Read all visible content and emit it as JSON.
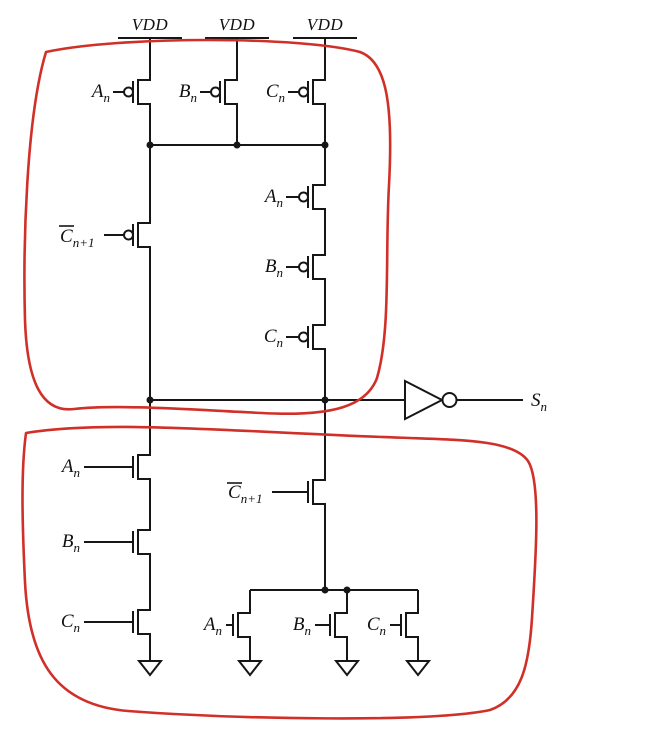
{
  "figure": {
    "type": "transistor-schematic-with-annotations",
    "background": "#ffffff",
    "colors": {
      "wire": "#161616",
      "annotation_red": "#d03028"
    }
  },
  "power": {
    "vdd": "VDD"
  },
  "signals": {
    "a": {
      "base": "A",
      "sub": "n"
    },
    "b": {
      "base": "B",
      "sub": "n"
    },
    "c": {
      "base": "C",
      "sub": "n"
    },
    "cbar": {
      "base": "C",
      "sub": "n+1",
      "overline": true
    },
    "sum": {
      "base": "S",
      "sub": "n"
    }
  }
}
